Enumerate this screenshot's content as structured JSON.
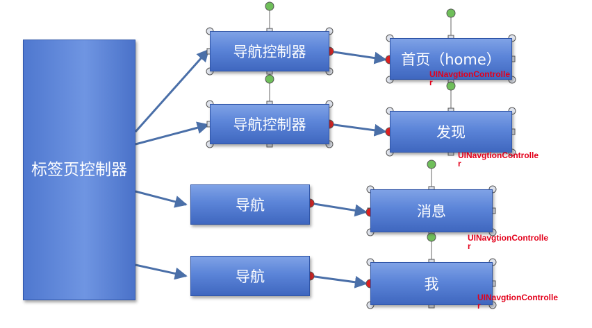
{
  "tab_controller": {
    "label": "标签页控制器"
  },
  "nav_controllers": [
    {
      "label": "导航控制器",
      "selected": true
    },
    {
      "label": "导航控制器",
      "selected": true
    },
    {
      "label": "导航",
      "selected": false
    },
    {
      "label": "导航",
      "selected": false
    }
  ],
  "child_pages": [
    {
      "label": "首页（home）"
    },
    {
      "label": "发现"
    },
    {
      "label": "消息"
    },
    {
      "label": "我"
    }
  ],
  "annotations": [
    {
      "text": "UINavgtionControlle",
      "tail": "r"
    },
    {
      "text": "UINavgtionControlle",
      "tail": "r"
    },
    {
      "text": "UINavgtionControlle",
      "tail": "r"
    },
    {
      "text": "UINavgtionControlle",
      "tail": "r"
    }
  ],
  "colors": {
    "box_fill": "#5b84d8",
    "connector": "#4a6fa8",
    "handle_red": "#e02020",
    "handle_green": "#6fbf5a",
    "annotation": "#e3001b"
  }
}
